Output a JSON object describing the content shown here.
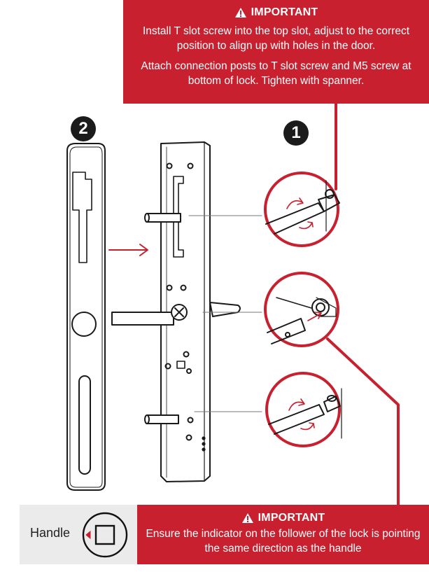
{
  "top_callout": {
    "heading": "IMPORTANT",
    "line1": "Install T slot screw into the top slot, adjust to the correct position to align up with holes in the door.",
    "line2": "Attach connection posts to T slot screw and M5 screw at bottom of lock. Tighten with spanner."
  },
  "bottom_callout": {
    "heading": "IMPORTANT",
    "line1": "Ensure the indicator on the follower of the lock is pointing the same direction as the handle"
  },
  "steps": {
    "first": "1",
    "second": "2"
  },
  "handle_panel": {
    "label": "Handle"
  },
  "icons": [
    "warning-icon",
    "direction-arrow-icon",
    "rotate-arrow-icon",
    "follower-indicator-icon"
  ],
  "colors": {
    "brand_red": "#c8202f",
    "line": "#1a1a1a",
    "panel_grey": "#ebebeb"
  }
}
